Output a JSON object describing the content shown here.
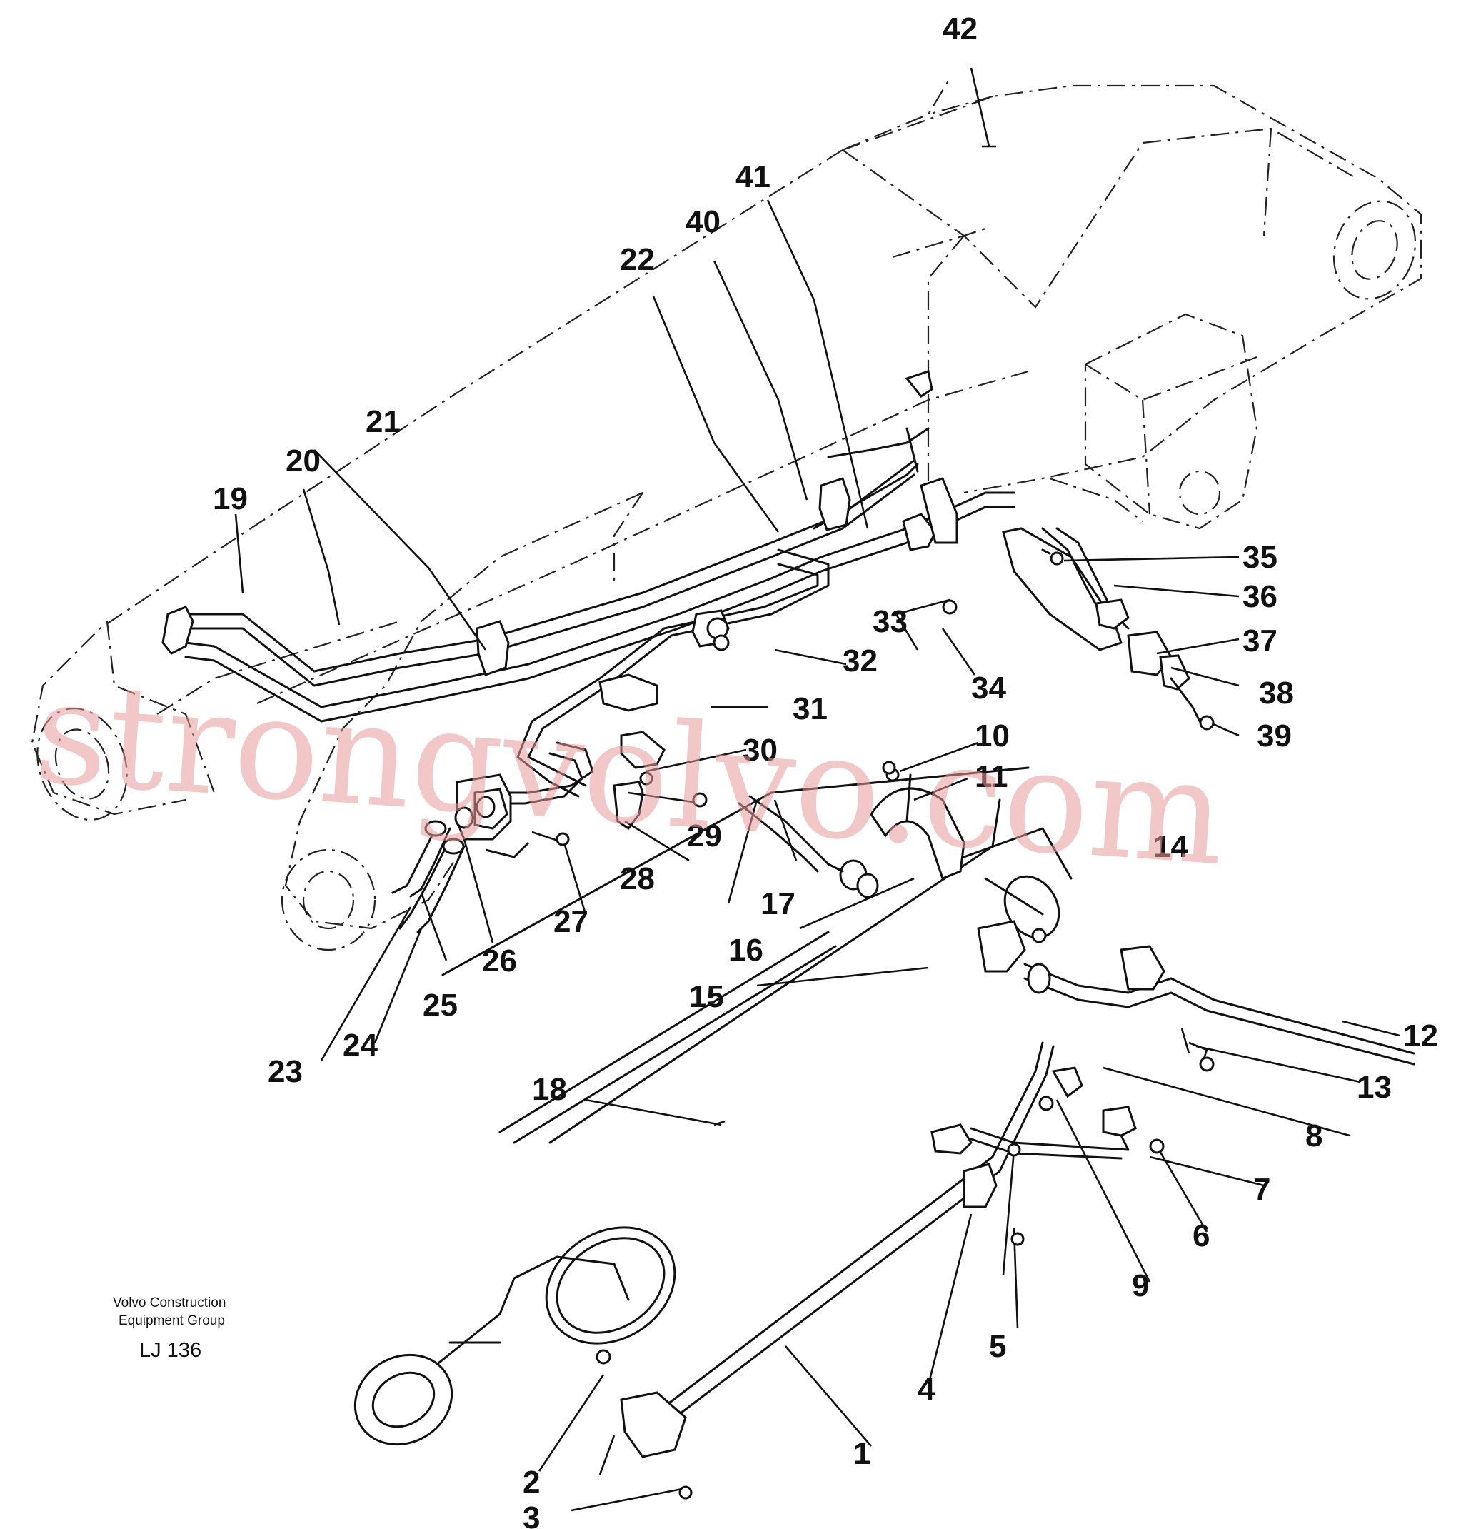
{
  "credit": {
    "line1": "Volvo Construction",
    "line2": "Equipment Group",
    "code": "LJ 136"
  },
  "watermark": "strongvolvo.com",
  "callouts": [
    {
      "id": "1",
      "label": "1"
    },
    {
      "id": "2",
      "label": "2"
    },
    {
      "id": "3",
      "label": "3"
    },
    {
      "id": "4",
      "label": "4"
    },
    {
      "id": "5",
      "label": "5"
    },
    {
      "id": "6",
      "label": "6"
    },
    {
      "id": "7",
      "label": "7"
    },
    {
      "id": "8",
      "label": "8"
    },
    {
      "id": "9",
      "label": "9"
    },
    {
      "id": "10",
      "label": "10"
    },
    {
      "id": "11",
      "label": "11"
    },
    {
      "id": "12",
      "label": "12"
    },
    {
      "id": "13",
      "label": "13"
    },
    {
      "id": "14",
      "label": "14"
    },
    {
      "id": "15",
      "label": "15"
    },
    {
      "id": "16",
      "label": "16"
    },
    {
      "id": "17",
      "label": "17"
    },
    {
      "id": "18",
      "label": "18"
    },
    {
      "id": "19",
      "label": "19"
    },
    {
      "id": "20",
      "label": "20"
    },
    {
      "id": "21",
      "label": "21"
    },
    {
      "id": "22",
      "label": "22"
    },
    {
      "id": "23",
      "label": "23"
    },
    {
      "id": "24",
      "label": "24"
    },
    {
      "id": "25",
      "label": "25"
    },
    {
      "id": "26",
      "label": "26"
    },
    {
      "id": "27",
      "label": "27"
    },
    {
      "id": "28",
      "label": "28"
    },
    {
      "id": "29",
      "label": "29"
    },
    {
      "id": "30",
      "label": "30"
    },
    {
      "id": "31",
      "label": "31"
    },
    {
      "id": "32",
      "label": "32"
    },
    {
      "id": "33",
      "label": "33"
    },
    {
      "id": "34",
      "label": "34"
    },
    {
      "id": "35",
      "label": "35"
    },
    {
      "id": "36",
      "label": "36"
    },
    {
      "id": "37",
      "label": "37"
    },
    {
      "id": "38",
      "label": "38"
    },
    {
      "id": "39",
      "label": "39"
    },
    {
      "id": "40",
      "label": "40"
    },
    {
      "id": "41",
      "label": "41"
    },
    {
      "id": "42",
      "label": "42"
    }
  ]
}
